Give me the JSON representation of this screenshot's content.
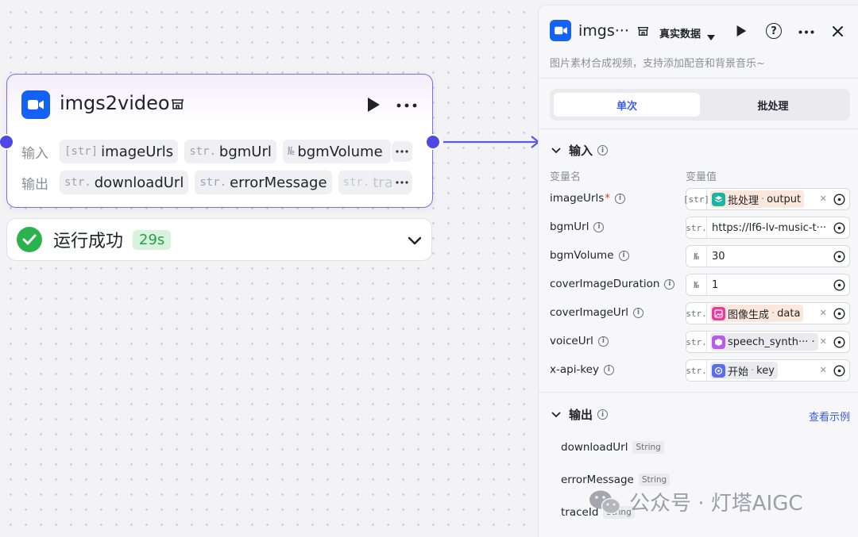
{
  "node": {
    "title": "imgs2video",
    "input_label": "输入",
    "output_label": "输出",
    "inputs": [
      {
        "type": "[str]",
        "name": "imageUrls"
      },
      {
        "type": "str.",
        "name": "bgmUrl"
      },
      {
        "type": "№",
        "name": "bgmVolume"
      }
    ],
    "outputs": [
      {
        "type": "str.",
        "name": "downloadUrl"
      },
      {
        "type": "str.",
        "name": "errorMessage"
      },
      {
        "type": "str.",
        "name": "trace"
      }
    ],
    "more_glyph": "⋯"
  },
  "status": {
    "text": "运行成功",
    "duration": "29s"
  },
  "panel": {
    "title": "imgs···",
    "mode": "真实数据",
    "help": "?",
    "more": "···",
    "description": "图片素材合成视频，支持添加配音和背景音乐~",
    "tabs": {
      "single": "单次",
      "batch": "批处理"
    },
    "input_section": "输入",
    "col_var_name": "变量名",
    "col_var_value": "变量值",
    "params": [
      {
        "name": "imageUrls",
        "required": "*",
        "type": "[str]",
        "kind": "ref",
        "ref_source": "批处理",
        "ref_field": "output",
        "ref_bg": "#fbe7db",
        "icon_bg": "#19b5a5"
      },
      {
        "name": "bgmUrl",
        "required": "",
        "type": "str.",
        "kind": "value",
        "value": "https://lf6-lv-music-t···"
      },
      {
        "name": "bgmVolume",
        "required": "",
        "type": "№",
        "kind": "value",
        "value": "30"
      },
      {
        "name": "coverImageDuration",
        "required": "",
        "type": "№",
        "kind": "value",
        "value": "1"
      },
      {
        "name": "coverImageUrl",
        "required": "",
        "type": "str.",
        "kind": "ref",
        "ref_source": "图像生成",
        "ref_field": "data",
        "ref_bg": "#fbe7db",
        "icon_bg": "#e93c9b"
      },
      {
        "name": "voiceUrl",
        "required": "",
        "type": "str.",
        "kind": "ref",
        "ref_source": "speech_synth··· ·",
        "ref_field": "",
        "ref_bg": "#ebebef",
        "icon_bg": "#b65cf0"
      },
      {
        "name": "x-api-key",
        "required": "",
        "type": "str.",
        "kind": "ref",
        "ref_source": "开始",
        "ref_field": "key",
        "ref_bg": "#ebebef",
        "icon_bg": "#5a6cf0"
      }
    ],
    "output_section": "输出",
    "see_example": "查看示例",
    "outputs": [
      {
        "name": "downloadUrl",
        "type": "String"
      },
      {
        "name": "errorMessage",
        "type": "String"
      },
      {
        "name": "traceId",
        "type": "String"
      }
    ]
  },
  "watermark": "公众号 · 灯塔AIGC",
  "colors": {
    "accent": "#1462f5",
    "port": "#4e49e6",
    "success": "#2bb24c",
    "link": "#3b5bf6"
  }
}
